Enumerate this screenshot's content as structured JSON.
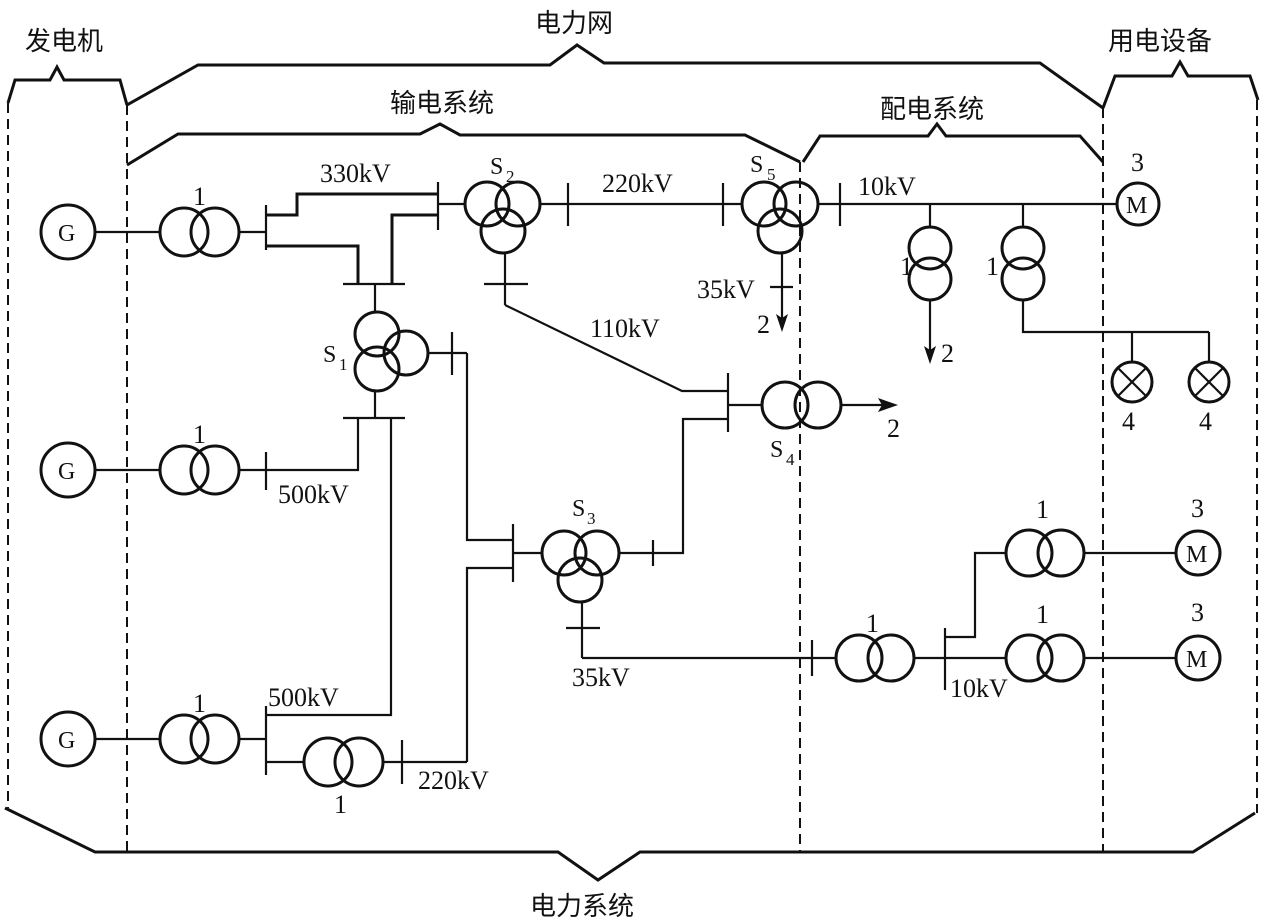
{
  "regions": {
    "generator": "发电机",
    "power_grid": "电力网",
    "transmission": "输电系统",
    "distribution": "配电系统",
    "consumers": "用电设备",
    "power_system": "电力系统"
  },
  "symbols": {
    "generator": "G",
    "motor": "M"
  },
  "substations": {
    "s1": {
      "letter": "S",
      "index": "1"
    },
    "s2": {
      "letter": "S",
      "index": "2"
    },
    "s3": {
      "letter": "S",
      "index": "3"
    },
    "s4": {
      "letter": "S",
      "index": "4"
    },
    "s5": {
      "letter": "S",
      "index": "5"
    }
  },
  "voltages": {
    "v330": "330kV",
    "v220_top": "220kV",
    "v10_top": "10kV",
    "v35_s5": "35kV",
    "v110": "110kV",
    "v500_mid": "500kV",
    "v500_bot": "500kV",
    "v220_bot": "220kV",
    "v35_s3": "35kV",
    "v10_bot": "10kV"
  },
  "markers": {
    "transformer": "1",
    "load": "2",
    "motor": "3",
    "lamp": "4"
  }
}
